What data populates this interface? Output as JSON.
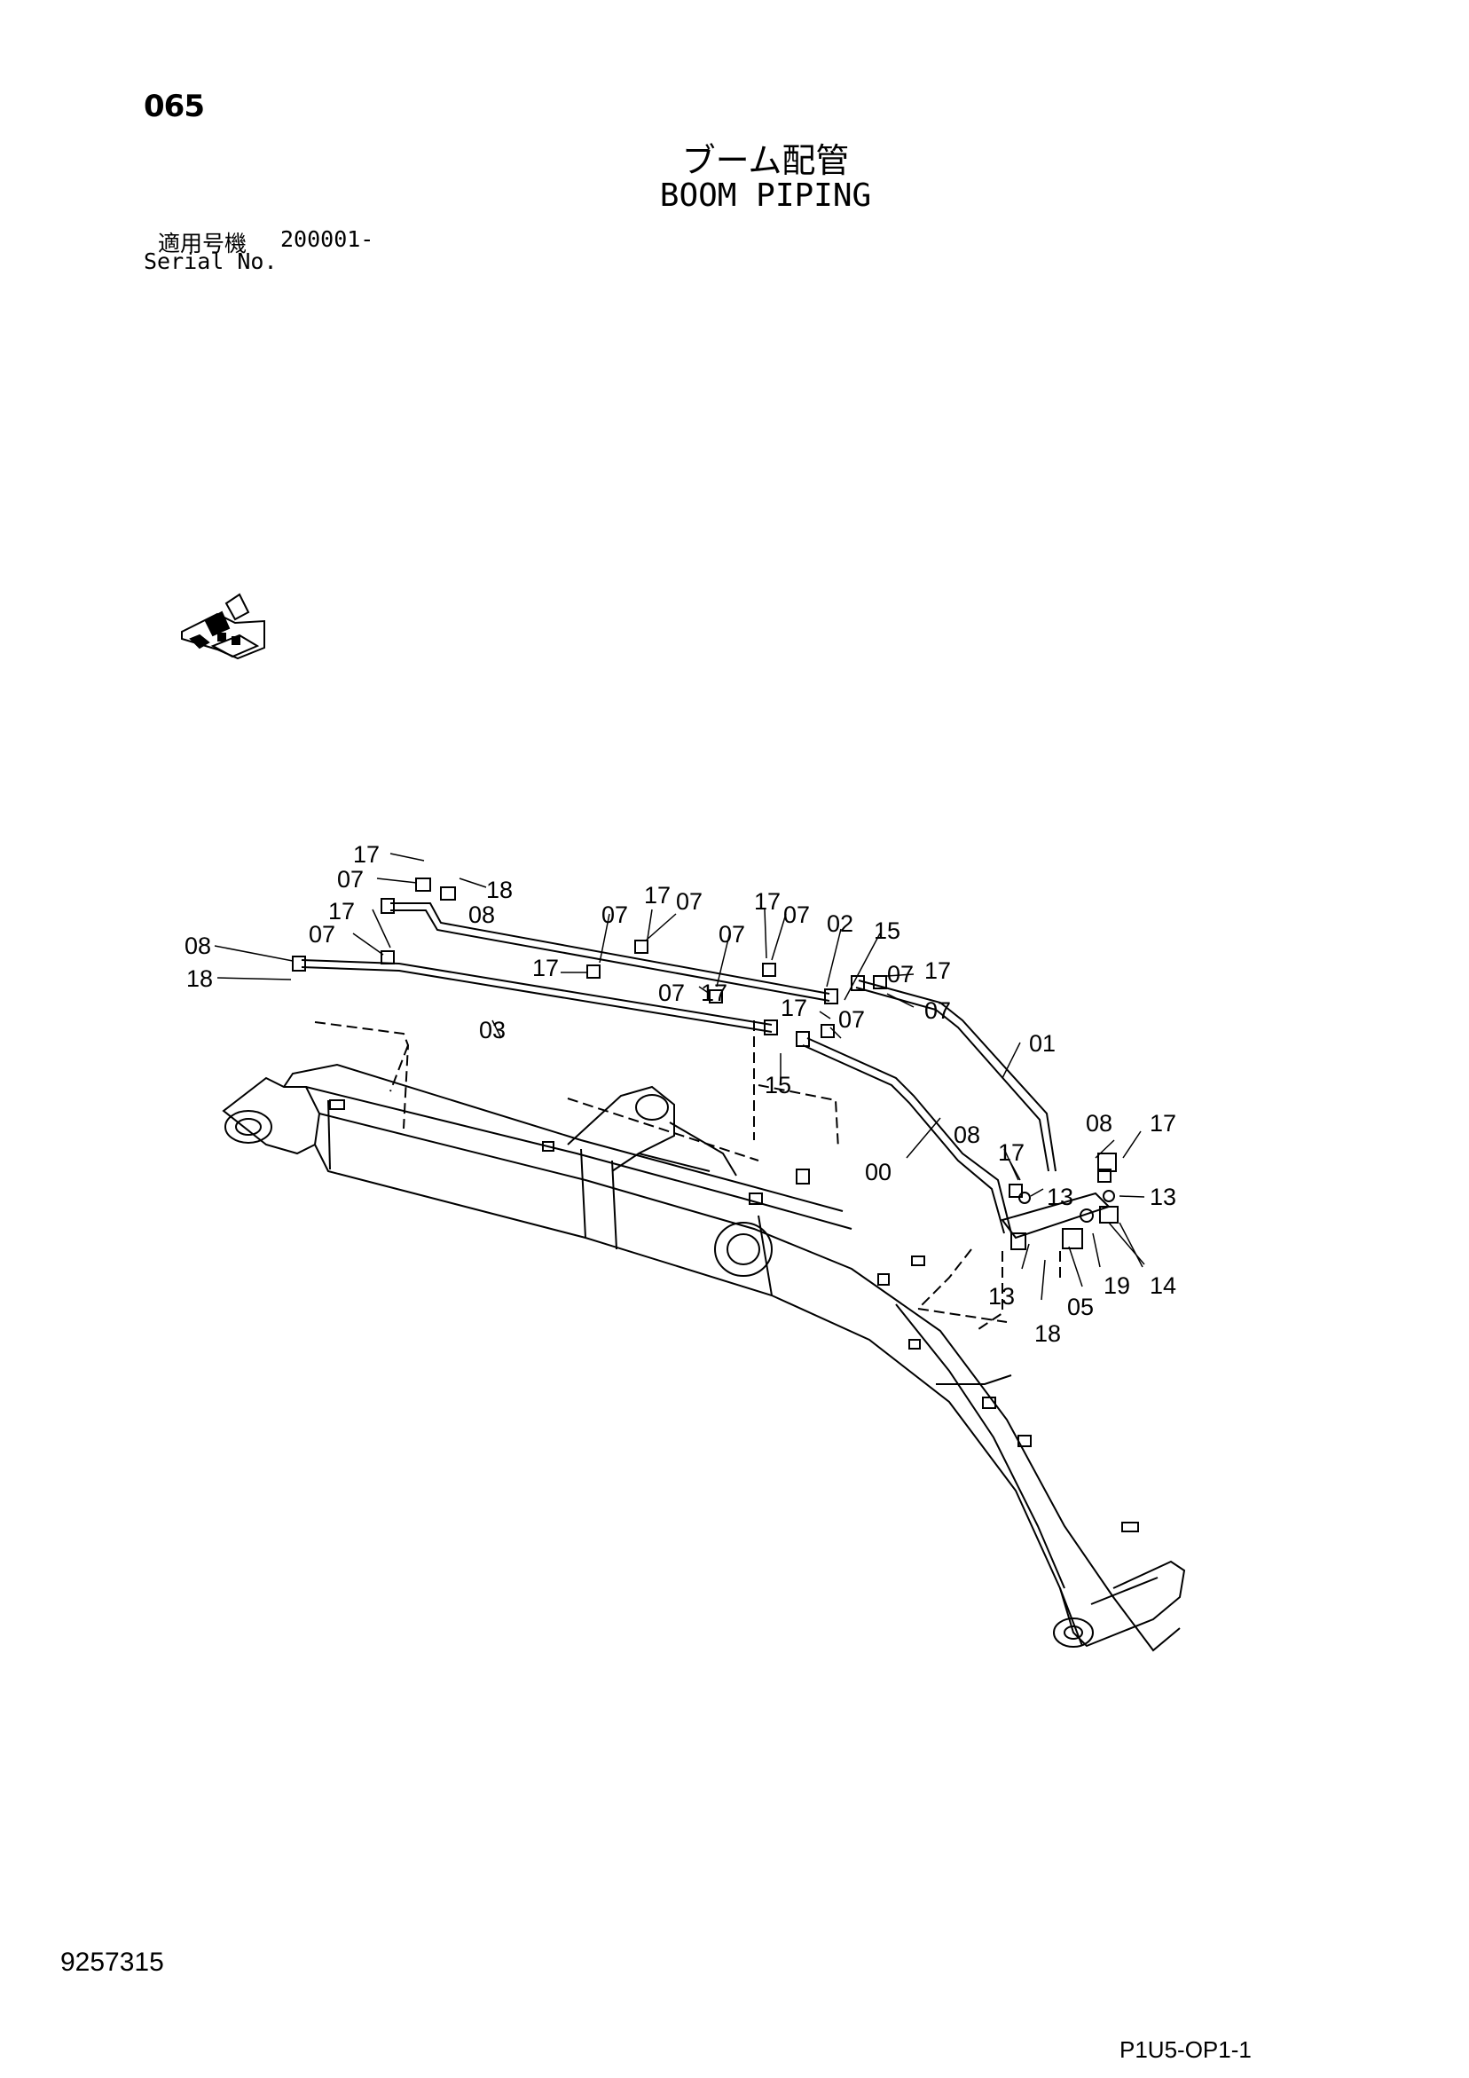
{
  "header": {
    "page_number": "065",
    "title_jp": "ブーム配管",
    "title_en": "BOOM PIPING",
    "serial_label_jp": "適用号機",
    "serial_value": "200001-",
    "serial_label_en": "Serial No."
  },
  "footer": {
    "document_number": "9257315",
    "page_code": "P1U5-OP1-1"
  },
  "diagram": {
    "nav_icon": "machine-location-icon",
    "callouts": [
      "17",
      "07",
      "18",
      "08",
      "17",
      "07",
      "08",
      "18",
      "07",
      "17",
      "07",
      "17",
      "07",
      "07",
      "17",
      "07",
      "17",
      "07",
      "02",
      "15",
      "17",
      "07",
      "03",
      "15",
      "01",
      "17",
      "07",
      "00",
      "08",
      "17",
      "13",
      "08",
      "17",
      "13",
      "13",
      "18",
      "05",
      "19",
      "14"
    ]
  }
}
